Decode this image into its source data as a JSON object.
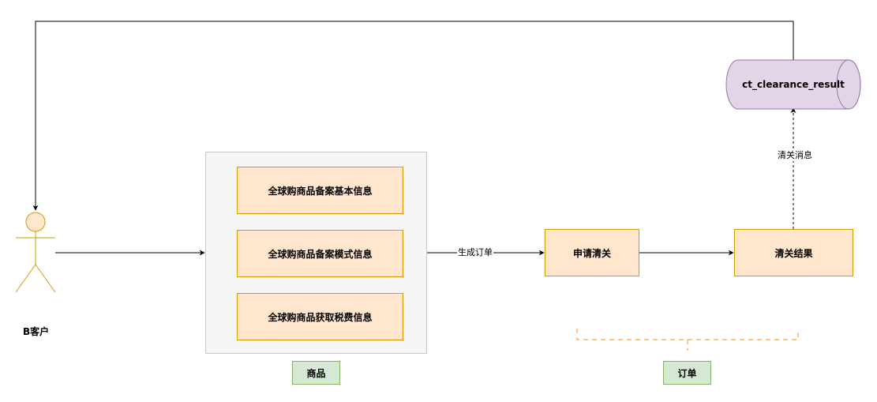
{
  "diagram": {
    "actor": {
      "label": "B客户"
    },
    "product_group": {
      "items": [
        {
          "label": "全球购商品备案基本信息"
        },
        {
          "label": "全球购商品备案模式信息"
        },
        {
          "label": "全球购商品获取税费信息"
        }
      ],
      "caption": "商品"
    },
    "edges": {
      "generate_order": "生成订单",
      "clearance_message": "清关消息"
    },
    "nodes": {
      "apply_clearance": "申请清关",
      "clearance_result": "清关结果"
    },
    "database": {
      "label": "ct_clearance_result"
    },
    "order_group": {
      "caption": "订单"
    },
    "colors": {
      "group_fill": "#f5f5f5",
      "group_stroke": "#c8c8c8",
      "orange_fill": "#ffe6cc",
      "orange_stroke": "#d79b00",
      "green_fill": "#d5e8d4",
      "green_stroke": "#82b366",
      "db_fill": "#e1d5e7",
      "db_stroke": "#9673a6",
      "bracket": "#ffb366"
    }
  }
}
